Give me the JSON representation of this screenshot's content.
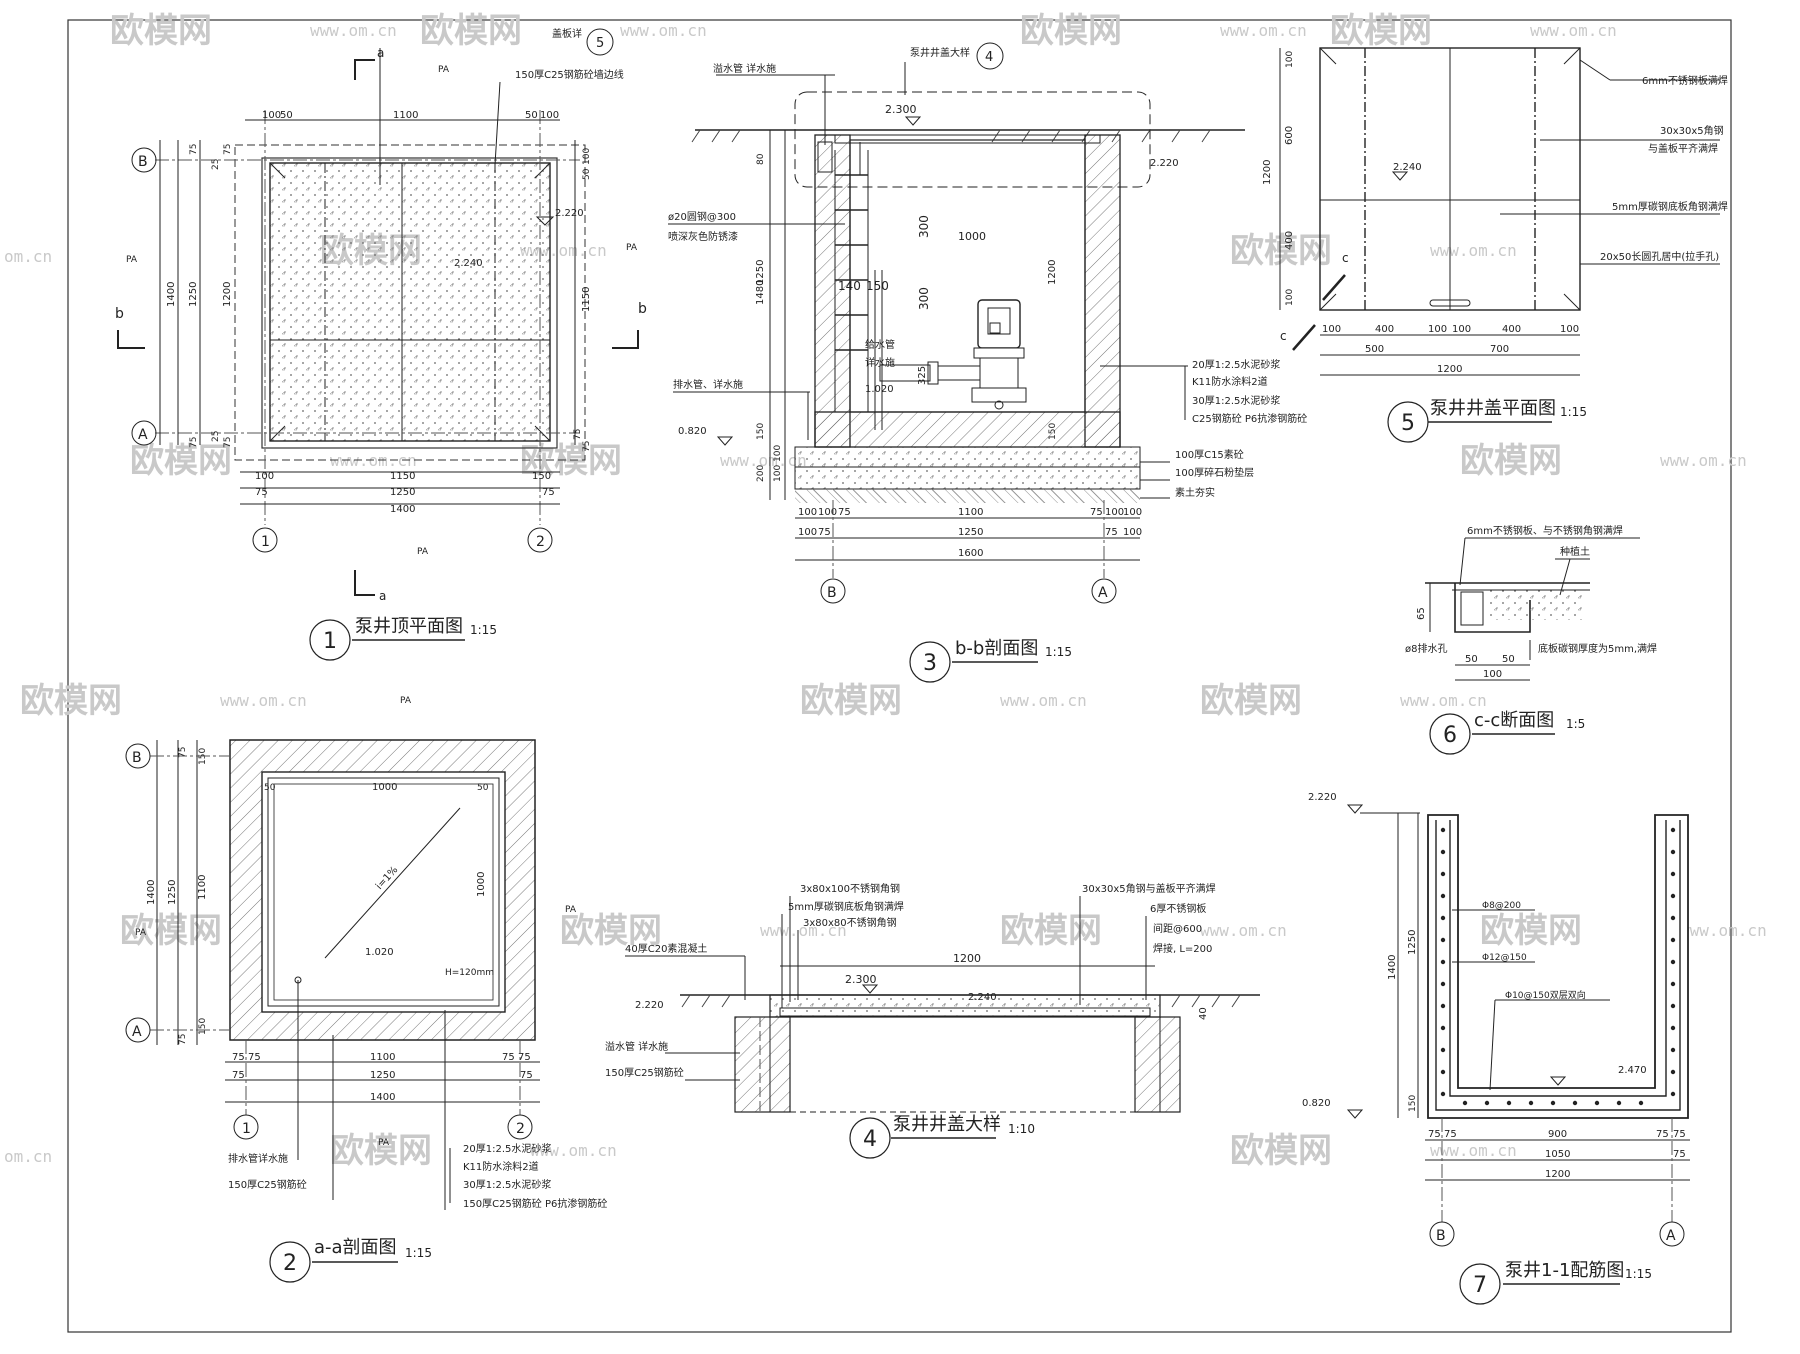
{
  "watermark": {
    "brand": "欧模网",
    "url": "www.om.cn",
    "url_short": "om.cn"
  },
  "views": {
    "v1": {
      "num": "1",
      "title": "泵井顶平面图",
      "scale": "1:15"
    },
    "v2": {
      "num": "2",
      "title": "a-a剖面图",
      "scale": "1:15"
    },
    "v3": {
      "num": "3",
      "title": "b-b剖面图",
      "scale": "1:15"
    },
    "v4": {
      "num": "4",
      "title": "泵井井盖大样",
      "scale": "1:10"
    },
    "v5": {
      "num": "5",
      "title": "泵井井盖平面图",
      "scale": "1:15"
    },
    "v6": {
      "num": "6",
      "title": "c-c断面图",
      "scale": "1:5"
    },
    "v7": {
      "num": "7",
      "title": "泵井1-1配筋图",
      "scale": "1:15"
    }
  },
  "axes": {
    "A": "A",
    "B": "B",
    "one": "1",
    "two": "2"
  },
  "cuts": {
    "a": "a",
    "b": "b",
    "c": "c"
  },
  "v1": {
    "pa": "PA",
    "notes": {
      "cover_ref": "盖板详",
      "edge_ref": "5",
      "edge": "150厚C25钢筋砼墙边线"
    },
    "levels": {
      "top": "2.220",
      "inner": "2.240"
    },
    "dims": {
      "top": [
        "100",
        "50",
        "1100",
        "50",
        "100"
      ],
      "left": [
        "75",
        "75",
        "25",
        "1400",
        "1250",
        "1200",
        "25",
        "75",
        "75"
      ],
      "right": [
        "100",
        "50",
        "1150",
        "75",
        "75"
      ],
      "bottom": [
        "100",
        "75",
        "1150",
        "150",
        "1250",
        "75",
        "1400"
      ]
    }
  },
  "v2": {
    "pa": "PA",
    "labels": {
      "slope": "i=1%",
      "level": "1.020",
      "h": "H=120mm",
      "drain": "排水管详水施",
      "wall": "150厚C25钢筋砼"
    },
    "layers": [
      "20厚1:2.5水泥砂浆",
      "K11防水涂料2道",
      "30厚1:2.5水泥砂浆",
      "150厚C25钢筋砼 P6抗渗钢筋砼"
    ],
    "dims": {
      "inner_w": "1000",
      "inner_h": "1000",
      "c50": "50",
      "left": [
        "75",
        "150",
        "1400",
        "1250",
        "1100",
        "150",
        "75"
      ],
      "bottom": [
        "75",
        "75",
        "1100",
        "75",
        "75",
        "75",
        "1250",
        "75",
        "1400"
      ]
    }
  },
  "v3": {
    "labels": {
      "overflow": "溢水管 详水施",
      "cover_ref": "泵井井盖大样",
      "cover_ref_num": "4",
      "rebar": "ø20圆钢@300",
      "paint": "喷深灰色防锈漆",
      "supply": "给水管",
      "supply2": "详水施",
      "drain": "排水管、详水施"
    },
    "levels": {
      "top": "2.300",
      "side": "2.220",
      "mid": "1.020",
      "low": "0.820"
    },
    "layers": [
      "20厚1:2.5水泥砂浆",
      "K11防水涂料2道",
      "30厚1:2.5水泥砂浆",
      "C25钢筋砼 P6抗渗钢筋砼"
    ],
    "base": [
      "100厚C15素砼",
      "100厚碎石粉垫层",
      "素土夯实"
    ],
    "dims": {
      "v": [
        "80",
        "1480",
        "1250",
        "300",
        "300",
        "1200",
        "150",
        "200",
        "100",
        "100",
        "150"
      ],
      "h": [
        "1000",
        "140",
        "150",
        "325"
      ],
      "bottom1": [
        "100",
        "100",
        "75",
        "1100",
        "75",
        "100",
        "100"
      ],
      "bottom2": [
        "100",
        "75",
        "1250",
        "75",
        "100"
      ],
      "bottom3": [
        "1600"
      ]
    }
  },
  "v4": {
    "labels": {
      "l1": "3x80x100不锈钢角钢",
      "l2": "5mm厚碳钢底板角钢满焊",
      "l3": "3x80x80不锈钢角钢",
      "l4": "40厚C20素混凝土",
      "l5": "溢水管 详水施",
      "l6": "150厚C25钢筋砼",
      "r1": "30x30x5角钢与盖板平齐满焊",
      "r2": "6厚不锈钢板",
      "r3": "间距@600",
      "r4": "焊接, L=200"
    },
    "levels": {
      "top": "2.300",
      "side": "2.220",
      "inner": "2.240"
    },
    "dims": {
      "w": "1200",
      "h": "40"
    }
  },
  "v5": {
    "labels": {
      "n1": "6mm不锈钢板满焊",
      "n2": "30x30x5角钢",
      "n2b": "与盖板平齐满焊",
      "n3": "5mm厚碳钢底板角钢满焊",
      "n4": "20x50长圆孔居中(拉手孔)"
    },
    "level": "2.240",
    "dims": {
      "left": [
        "100",
        "600",
        "1200",
        "400",
        "100"
      ],
      "bottom1": [
        "100",
        "400",
        "100",
        "100",
        "400",
        "100"
      ],
      "bottom2": [
        "500",
        "700"
      ],
      "bottom3": [
        "1200"
      ]
    }
  },
  "v6": {
    "labels": {
      "top": "6mm不锈钢板、与不锈钢角钢满焊",
      "plant": "种植土",
      "hole": "ø8排水孔",
      "base": "底板碳钢厚度为5mm,满焊"
    },
    "dims": {
      "h": "65",
      "a": "50",
      "b": "50",
      "w": "100"
    }
  },
  "v7": {
    "levels": {
      "top": "2.220",
      "low": "0.820",
      "inner": "2.470"
    },
    "labels": {
      "r1": "Φ8@200",
      "r2": "Φ12@150",
      "r3": "Φ10@150双层双向"
    },
    "dims": {
      "v": [
        "1400",
        "1250",
        "150"
      ],
      "bottom1": [
        "75",
        "75",
        "900",
        "75",
        "75"
      ],
      "bottom2": [
        "1050",
        "75"
      ],
      "bottom3": [
        "1200"
      ]
    }
  }
}
